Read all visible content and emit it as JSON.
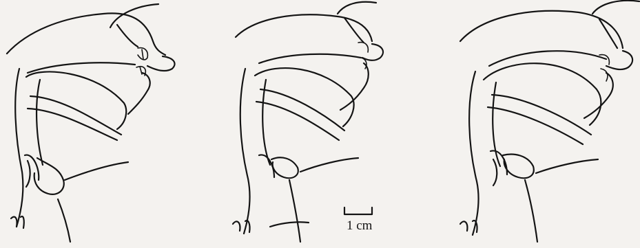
{
  "scale_bar": {
    "label": "1 cm"
  },
  "panels": [
    {
      "id": "left",
      "name": "vocal-tract-left"
    },
    {
      "id": "middle",
      "name": "vocal-tract-middle"
    },
    {
      "id": "right",
      "name": "vocal-tract-right"
    }
  ],
  "colors": {
    "ink": "#141414",
    "paper": "#f4f2ef"
  }
}
